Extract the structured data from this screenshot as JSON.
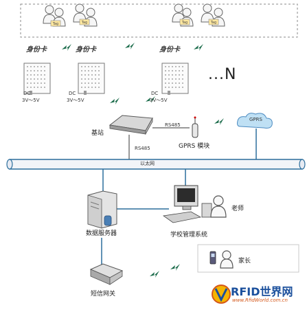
{
  "cards": {
    "label": "身份卡",
    "dc_label": "DC",
    "voltage": "3V～5V",
    "more": "...N"
  },
  "tags": {
    "label": "Tag"
  },
  "nodes": {
    "base_station": "基站",
    "rs485_top": "RS485",
    "rs485_bottom": "RS485",
    "gprs_module": "GPRS 模块",
    "gprs_cloud": "GPRS",
    "ethernet": "以太网",
    "data_server": "数据服务器",
    "school_system": "学校管理系统",
    "teacher": "老师",
    "sms_gateway": "短信网关",
    "parent": "家长"
  },
  "logo": {
    "text": "RFID世界网",
    "url": "www.RfidWorld.com.cn"
  },
  "colors": {
    "line_blue": "#2a6d9c",
    "bolt_green": "#1a6b4a",
    "cloud_blue": "#bfe0f4",
    "logo_blue": "#1a4f9c",
    "logo_orange": "#d4571a"
  }
}
